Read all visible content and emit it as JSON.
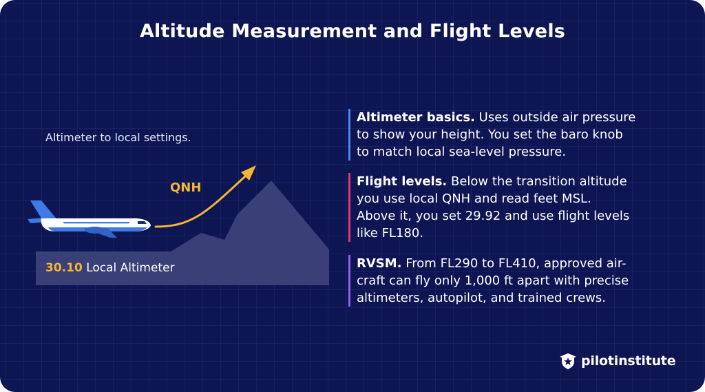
{
  "header": {
    "title": "Altitude Measurement and Flight Levels"
  },
  "illustration": {
    "caption": "Altimeter to local settings.",
    "arrow_label": "QNH",
    "altimeter_value": "30.10",
    "altimeter_label": "Local Altimeter",
    "colors": {
      "arrow": "#f5b534",
      "terrain": "#3a3f78",
      "plane_body": "#ffffff",
      "plane_accent": "#3e7be6"
    }
  },
  "points": [
    {
      "heading": "Altimeter basics.",
      "lines": [
        "Uses outside air pressure",
        "to show your height. You set the baro knob",
        "to match local sea-level pressure."
      ],
      "color": "#4a86f2"
    },
    {
      "heading": "Flight levels.",
      "lines": [
        "Below the transition altitude",
        "you use local QNH and read feet MSL.",
        "Above it, you set 29.92 and use flight levels",
        "like FL180."
      ],
      "color": "#e2396f"
    },
    {
      "heading": "RVSM.",
      "lines": [
        "From FL290 to FL410, approved air-",
        "craft can fly only 1,000 ft apart with precise",
        "altimeters, autopilot, and trained crews."
      ],
      "color": "#8f5fe8"
    }
  ],
  "brand": {
    "name": "pilotinstitute",
    "icon": "shield-star-icon"
  }
}
